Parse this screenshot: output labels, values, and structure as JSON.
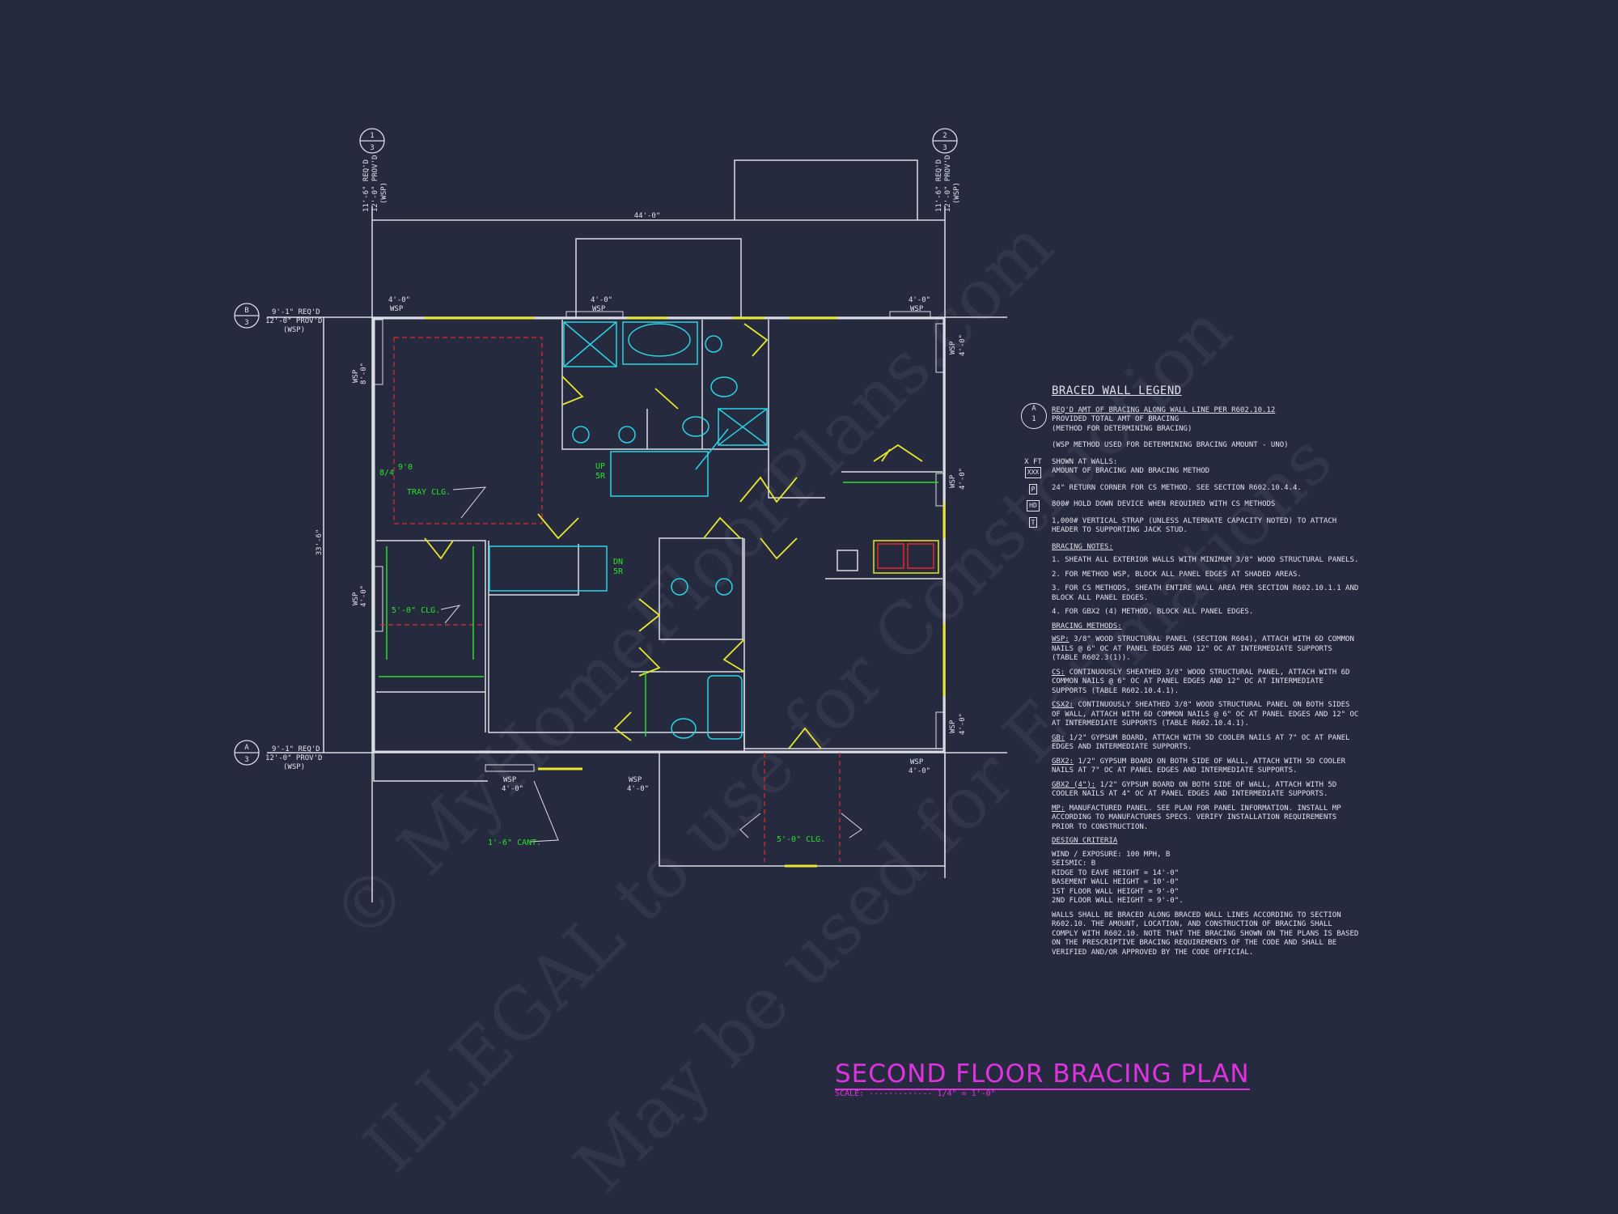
{
  "watermark": {
    "line1": "© MyHomeFloorPlans.com",
    "line2": "ILLEGAL to use for Construction",
    "line3": "May be used for Estimations"
  },
  "plan": {
    "overall_width": "44'-0\"",
    "overall_depth": "33'-6\"",
    "grid_top_left": {
      "num": "1",
      "den": "3",
      "req": "11'-6\" REQ'D",
      "prov": "12'-0\" PROV'D",
      "method": "(WSP)"
    },
    "grid_top_right": {
      "num": "2",
      "den": "3",
      "req": "11'-6\" REQ'D",
      "prov": "12'-0\" PROV'D",
      "method": "(WSP)"
    },
    "grid_left_b": {
      "num": "B",
      "den": "3",
      "req": "9'-1\" REQ'D",
      "prov": "12'-0\" PROV'D",
      "method": "(WSP)"
    },
    "grid_left_a": {
      "num": "A",
      "den": "3",
      "req": "9'-1\" REQ'D",
      "prov": "12'-0\" PROV'D",
      "method": "(WSP)"
    },
    "tag_len_4": "4'-0\"",
    "tag_len_8": "8'-0\"",
    "tag_method": "WSP",
    "labels": {
      "tray_clg": "TRAY CLG.",
      "clg_9_0": "9'0",
      "clg_8_4": "8/4",
      "clg_5_0": "5'-0\" CLG.",
      "clg_5_0_b": "5'-0\" CLG.",
      "up": "UP",
      "up_r": "5R",
      "dn": "DN",
      "dn_r": "5R",
      "cant": "1'-6\" CANT."
    }
  },
  "legend": {
    "title": "BRACED WALL LEGEND",
    "circle_top": "A",
    "circle_bottom": "1",
    "item_wall_line_1": "REQ'D AMT OF BRACING ALONG WALL LINE PER R602.10.12",
    "item_wall_line_2": "PROVIDED TOTAL AMT OF BRACING",
    "item_wall_line_3": "(METHOD FOR DETERMINING BRACING)",
    "item_wsp_method": "(WSP METHOD USED FOR DETERMINING BRACING AMOUNT - UNO)",
    "sym_xft": "X FT",
    "sym_xxx": "XXX",
    "item_shown_1": "SHOWN AT WALLS:",
    "item_shown_2": "AMOUNT OF BRACING AND BRACING METHOD",
    "sym_p": "P",
    "item_return": "24\" RETURN CORNER FOR CS METHOD.  SEE SECTION R602.10.4.4.",
    "sym_hd": "HD",
    "item_holddown": "800# HOLD DOWN DEVICE WHEN REQUIRED WITH CS METHODS",
    "sym_t": "T",
    "item_strap": "1,000# VERTICAL STRAP (UNLESS ALTERNATE CAPACITY NOTED) TO ATTACH HEADER TO SUPPORTING JACK STUD.",
    "notes_head": "BRACING NOTES:",
    "note_1": "1. SHEATH ALL EXTERIOR WALLS WITH MINIMUM 3/8\" WOOD STRUCTURAL PANELS.",
    "note_2": "2. FOR METHOD WSP, BLOCK ALL PANEL EDGES AT SHADED AREAS.",
    "note_3": "3. FOR CS METHODS, SHEATH ENTIRE WALL AREA PER SECTION R602.10.1.1 AND BLOCK ALL PANEL EDGES.",
    "note_4": "4. FOR GBx2 (4) METHOD, BLOCK ALL PANEL EDGES.",
    "methods_head": "BRACING METHODS:",
    "m_wsp_k": "WSP:",
    "m_wsp": " 3/8\" WOOD STRUCTURAL PANEL (SECTION R604), ATTACH WITH 6d COMMON NAILS @ 6\" OC AT PANEL EDGES AND 12\" OC AT INTERMEDIATE SUPPORTS (TABLE R602.3(1)).",
    "m_cs_k": "CS:",
    "m_cs": " CONTINUOUSLY SHEATHED 3/8\" WOOD STRUCTURAL PANEL, ATTACH WITH 6d COMMON NAILS @ 6\" OC AT PANEL EDGES AND 12\" OC AT INTERMEDIATE SUPPORTS (TABLE R602.10.4.1).",
    "m_csx2_k": "CSx2:",
    "m_csx2": " CONTINUOUSLY SHEATHED 3/8\" WOOD STRUCTURAL PANEL ON BOTH SIDES OF WALL, ATTACH WITH 6d COMMON NAILS @ 6\" OC AT PANEL EDGES AND 12\" OC AT INTERMEDIATE SUPPORTS (TABLE R602.10.4.1).",
    "m_gb_k": "GB:",
    "m_gb": " 1/2\" GYPSUM BOARD, ATTACH WITH 5d COOLER NAILS AT 7\" OC AT PANEL EDGES AND INTERMEDIATE SUPPORTS.",
    "m_gbx2_k": "GBx2:",
    "m_gbx2": " 1/2\" GYPSUM BOARD ON BOTH SIDE OF WALL, ATTACH WITH 5d COOLER NAILS AT 7\" OC AT PANEL EDGES AND INTERMEDIATE SUPPORTS.",
    "m_gbx2b_k": "GBx2 (4\"):",
    "m_gbx2b": " 1/2\" GYPSUM BOARD ON BOTH SIDE OF WALL, ATTACH WITH 5d COOLER NAILS AT 4\" OC AT PANEL EDGES AND INTERMEDIATE SUPPORTS.",
    "m_mp_k": "MP:",
    "m_mp": " MANUFACTURED PANEL. SEE PLAN FOR PANEL INFORMATION. INSTALL MP ACCORDING TO MANUFACTURES SPECS. VERIFY INSTALLATION REQUIREMENTS PRIOR TO CONSTRUCTION.",
    "design_head": "DESIGN CRITERIA",
    "d_wind": "WIND / EXPOSURE:  100 MPH, B",
    "d_seismic": "SEISMIC:  B",
    "d_ridge": "RIDGE TO EAVE HEIGHT = 14'-0\"",
    "d_base": "BASEMENT WALL HEIGHT = 10'-0\"",
    "d_first": "1ST FLOOR WALL HEIGHT = 9'-0\"",
    "d_second": "2ND FLOOR WALL HEIGHT = 9'-0\".",
    "d_final": "WALLS SHALL BE BRACED ALONG BRACED WALL LINES ACCORDING TO SECTION R602.10. THE AMOUNT, LOCATION, AND CONSTRUCTION OF BRACING SHALL COMPLY WITH R602.10. NOTE THAT THE BRACING SHOWN ON THE PLANS IS BASED ON THE PRESCRIPTIVE BRACING REQUIREMENTS OF THE CODE AND SHALL BE VERIFIED AND/OR APPROVED BY THE CODE OFFICIAL."
  },
  "sheet": {
    "title": "SECOND FLOOR BRACING PLAN",
    "scale": "SCALE: ------------- 1/4\" = 1'-0\""
  },
  "colors": {
    "background": "#262a3f",
    "line": "#dcdce4",
    "yellow": "#e8e82a",
    "cyan": "#2ad4e6",
    "green": "#2ae02a",
    "red": "#e02a2a",
    "magenta": "#e033e0"
  }
}
